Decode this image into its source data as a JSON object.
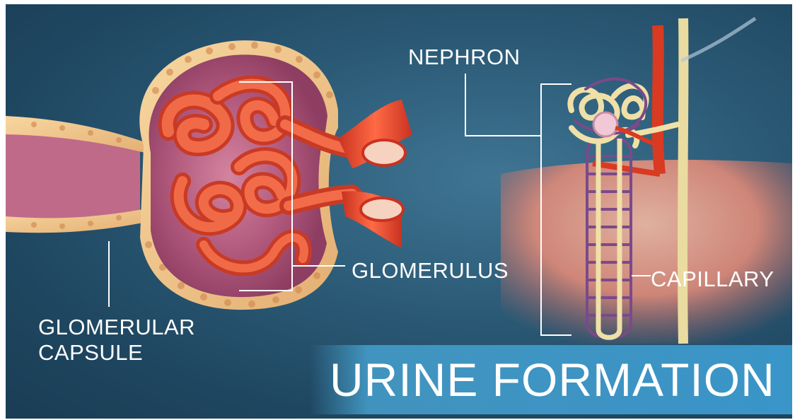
{
  "labels": {
    "nephron": "NEPHRON",
    "glomerulus": "GLOMERULUS",
    "capillary": "CAPILLARY",
    "glomerular_capsule_line1": "GLOMERULAR",
    "glomerular_capsule_line2": "CAPSULE"
  },
  "title": "URINE FORMATION",
  "colors": {
    "background": "#2b5a76",
    "banner": "#3a95c8",
    "vessel": "#e0442a",
    "capsule_wall": "#f0c48a",
    "capsule_inner": "#b25b7e",
    "tubule": "#efe0a8",
    "capillary_net": "#7a4a8a"
  }
}
